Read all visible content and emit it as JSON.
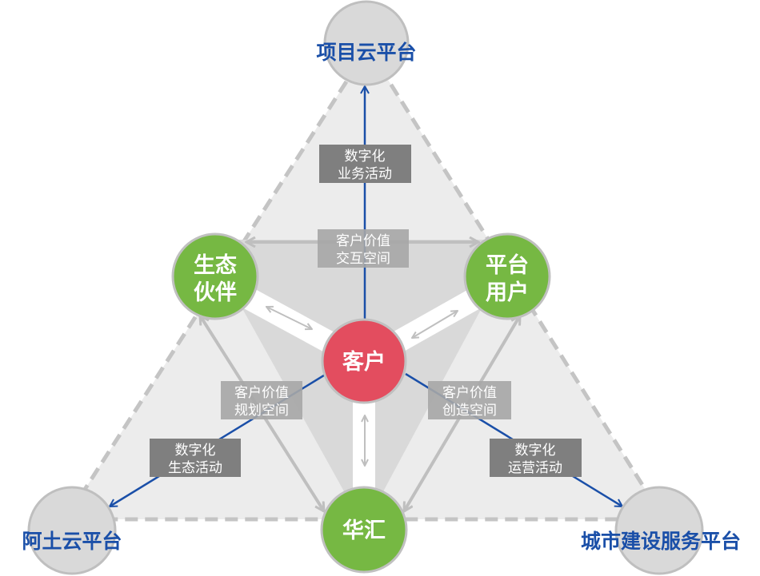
{
  "colors": {
    "platform_circle": "#d9d9d9",
    "platform_text": "#1a4fa8",
    "green_node": "#76b843",
    "red_node": "#e34d5f",
    "dark_box": "#7f7f7f",
    "light_box": "#a6a6a6",
    "blue_line": "#1a4fa8",
    "grey_arrow": "#bfbfbf",
    "outer_fill": "#ececec",
    "inner_fill": "#d9d9d9"
  },
  "platforms": {
    "top": "项目云平台",
    "left": "阿土云平台",
    "right": "城市建设服务平台"
  },
  "nodes": {
    "center": "客户",
    "top_left": [
      "生态",
      "伙伴"
    ],
    "top_right": [
      "平台",
      "用户"
    ],
    "bottom": "华汇"
  },
  "activities": {
    "top": [
      "数字化",
      "业务活动"
    ],
    "left": [
      "数字化",
      "生态活动"
    ],
    "right": [
      "数字化",
      "运营活动"
    ]
  },
  "value_spaces": {
    "interaction": [
      "客户价值",
      "交互空间"
    ],
    "planning": [
      "客户价值",
      "规划空间"
    ],
    "creation": [
      "客户价值",
      "创造空间"
    ]
  }
}
